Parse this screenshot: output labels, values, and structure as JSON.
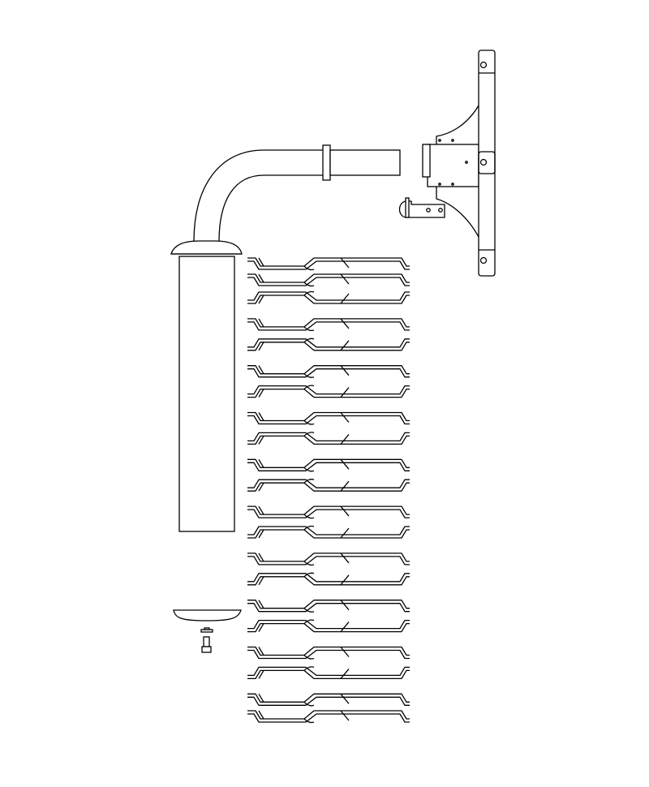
{
  "drawing": {
    "line_color": "#000000",
    "background_color": "#ffffff",
    "fin_count": 21,
    "fin_orientation": [
      "down",
      "down",
      "up",
      "down",
      "up",
      "down",
      "up",
      "down",
      "up",
      "down",
      "up",
      "down",
      "up",
      "down",
      "up",
      "down",
      "up",
      "down",
      "up",
      "down",
      "down"
    ]
  }
}
